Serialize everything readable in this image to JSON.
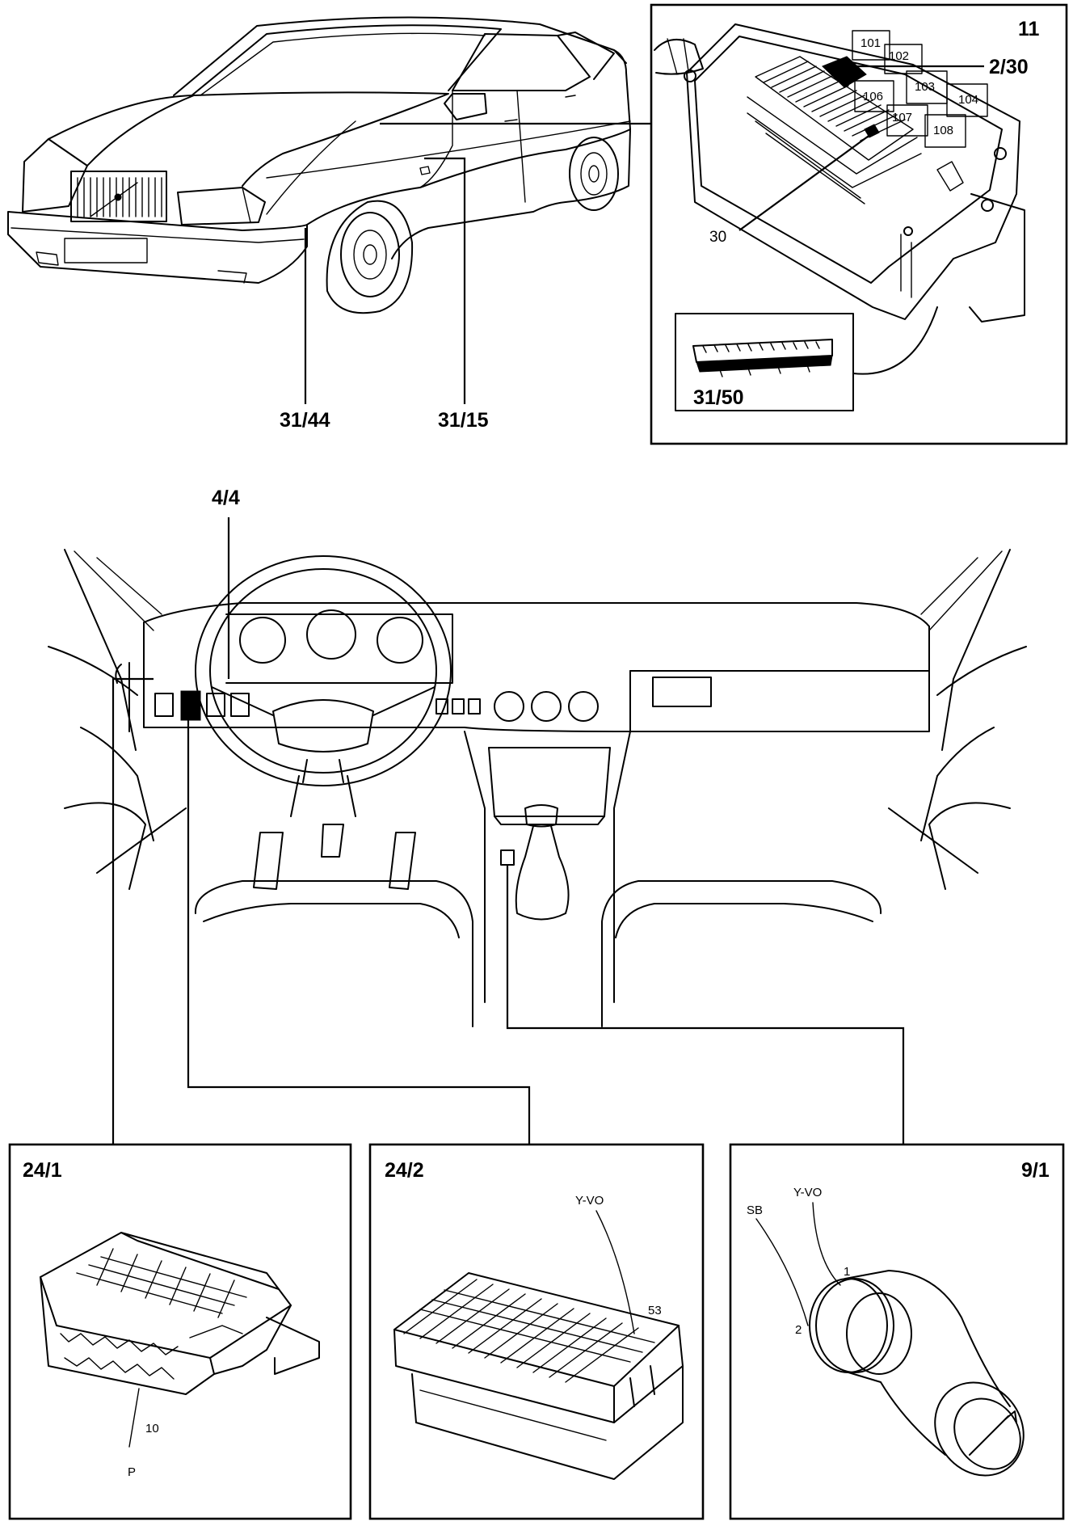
{
  "labels": {
    "ref_31_44": "31/44",
    "ref_31_15": "31/15",
    "ref_11": "11",
    "ref_2_30": "2/30",
    "ref_30": "30",
    "ref_31_50": "31/50",
    "ref_4_4": "4/4",
    "ref_24_1": "24/1",
    "ref_24_2": "24/2",
    "ref_9_1": "9/1"
  },
  "relays": [
    "101",
    "102",
    "103",
    "104",
    "106",
    "107",
    "108"
  ],
  "connector_24_1": {
    "pin": "10",
    "wire": "P"
  },
  "connector_24_2": {
    "wire": "Y-VO",
    "pin": "53"
  },
  "connector_9_1": {
    "wire_1": "Y-VO",
    "wire_2": "SB",
    "pin_1": "1",
    "pin_2": "2"
  }
}
